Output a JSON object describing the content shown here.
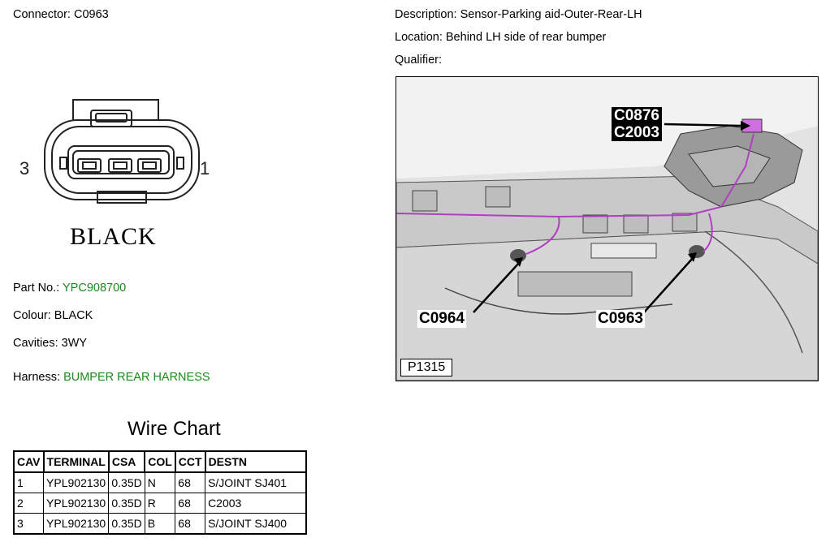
{
  "connector": {
    "label": "Connector:",
    "value": "C0963"
  },
  "description": {
    "label": "Description:",
    "value": "Sensor-Parking aid-Outer-Rear-LH"
  },
  "location": {
    "label": "Location:",
    "value": "Behind LH side of rear bumper"
  },
  "qualifier": {
    "label": "Qualifier:",
    "value": ""
  },
  "diagram": {
    "pin_left": "3",
    "pin_right": "1",
    "colour_caption": "BLACK"
  },
  "part_no": {
    "label": "Part No.:",
    "value": "YPC908700"
  },
  "colour": {
    "label": "Colour:",
    "value": "BLACK"
  },
  "cavities": {
    "label": "Cavities:",
    "value": "3WY"
  },
  "harness": {
    "label": "Harness:",
    "value": "BUMPER REAR HARNESS"
  },
  "wire_chart": {
    "title": "Wire Chart",
    "headers": [
      "CAV",
      "TERMINAL",
      "CSA",
      "COL",
      "CCT",
      "DESTN"
    ],
    "rows": [
      [
        "1",
        "YPL902130",
        "0.35D",
        "N",
        "68",
        "S/JOINT SJ401"
      ],
      [
        "2",
        "YPL902130",
        "0.35D",
        "R",
        "68",
        "C2003"
      ],
      [
        "3",
        "YPL902130",
        "0.35D",
        "B",
        "68",
        "S/JOINT SJ400"
      ]
    ]
  },
  "photo": {
    "callout_top_1": "C0876",
    "callout_top_2": "C2003",
    "callout_left": "C0964",
    "callout_right": "C0963",
    "photo_code": "P1315"
  },
  "colors": {
    "green_text": "#1a8a1a",
    "wire_purple": "#b040c0"
  }
}
